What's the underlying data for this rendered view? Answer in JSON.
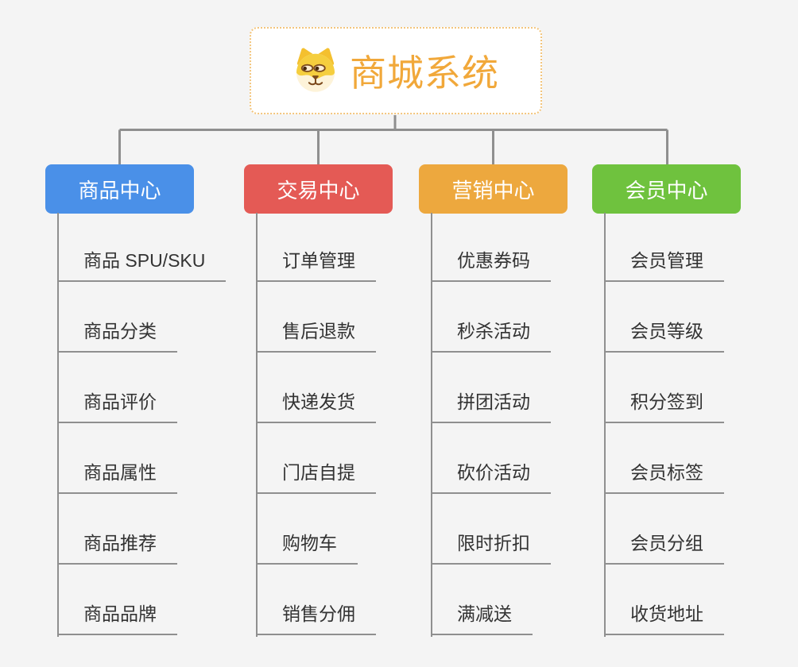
{
  "page": {
    "background": "#f4f4f4"
  },
  "lines": {
    "color": "#8f8f8f"
  },
  "root": {
    "title": "商城系统",
    "icon": "shiba-dog-icon",
    "text_color": "#f1a83a",
    "border_color": "#f3c57c",
    "background": "#ffffff"
  },
  "branches": [
    {
      "label": "商品中心",
      "color": "#4a90e8",
      "items": [
        "商品 SPU/SKU",
        "商品分类",
        "商品评价",
        "商品属性",
        "商品推荐",
        "商品品牌"
      ]
    },
    {
      "label": "交易中心",
      "color": "#e45a55",
      "items": [
        "订单管理",
        "售后退款",
        "快递发货",
        "门店自提",
        "购物车",
        "销售分佣"
      ]
    },
    {
      "label": "营销中心",
      "color": "#eda83e",
      "items": [
        "优惠券码",
        "秒杀活动",
        "拼团活动",
        "砍价活动",
        "限时折扣",
        "满减送"
      ]
    },
    {
      "label": "会员中心",
      "color": "#6fc23e",
      "items": [
        "会员管理",
        "会员等级",
        "积分签到",
        "会员标签",
        "会员分组",
        "收货地址"
      ]
    }
  ]
}
